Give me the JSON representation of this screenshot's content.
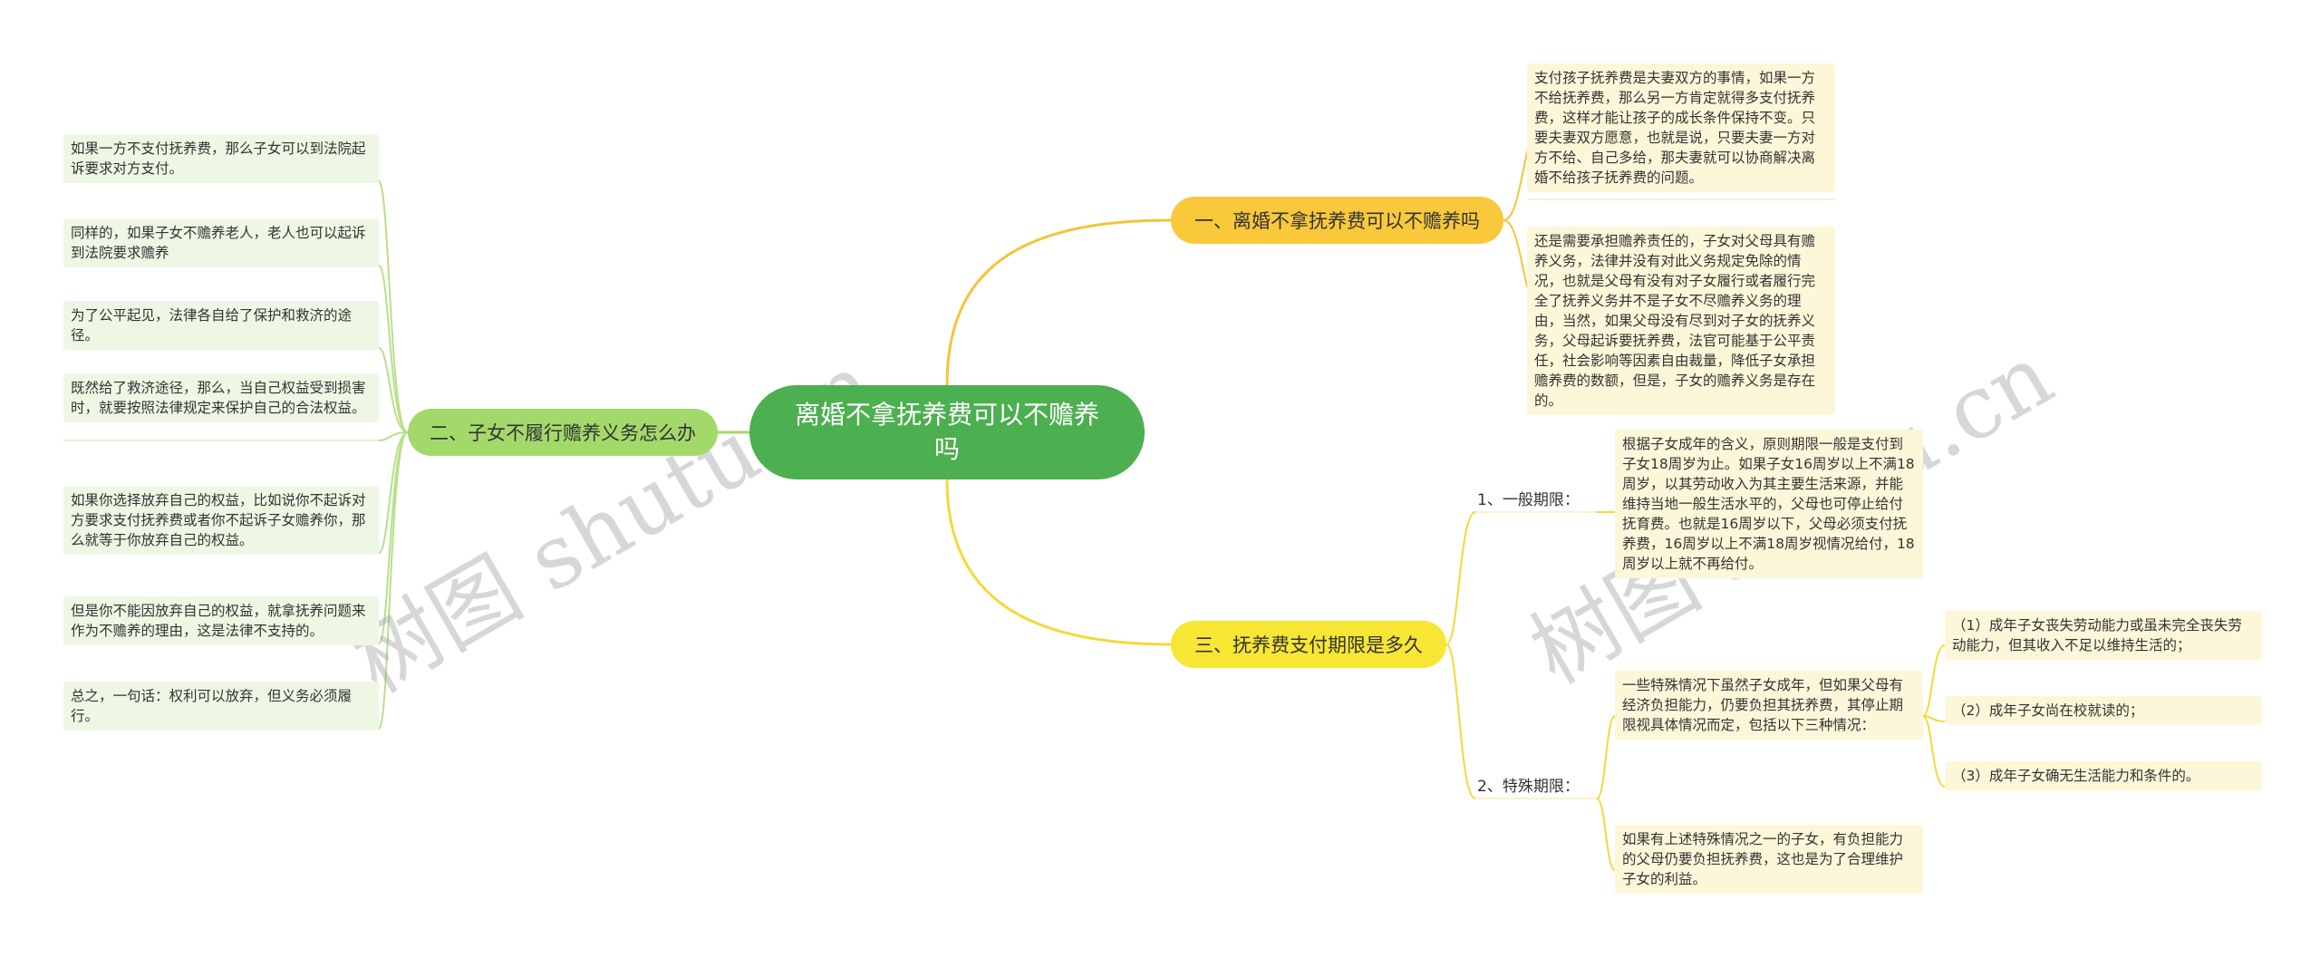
{
  "root": {
    "title": "离婚不拿抚养费可以不赡养吗"
  },
  "branches": [
    {
      "label": "一、离婚不拿抚养费可以不赡养吗",
      "color": "#f9c83b",
      "leaves": [
        "支付孩子抚养费是夫妻双方的事情，如果一方不给抚养费，那么另一方肯定就得多支付抚养费，这样才能让孩子的成长条件保持不变。只要夫妻双方愿意，也就是说，只要夫妻一方对方不给、自己多给，那夫妻就可以协商解决离婚不给孩子抚养费的问题。",
        "还是需要承担赡养责任的，子女对父母具有赡养义务，法律并没有对此义务规定免除的情况，也就是父母有没有对子女履行或者履行完全了抚养义务并不是子女不尽赡养义务的理由，当然，如果父母没有尽到对子女的抚养义务，父母起诉要抚养费，法官可能基于公平责任，社会影响等因素自由裁量，降低子女承担赡养费的数额，但是，子女的赡养义务是存在的。"
      ]
    },
    {
      "label": "二、子女不履行赡养义务怎么办",
      "color": "#a3d96b",
      "leaves": [
        "如果一方不支付抚养费，那么子女可以到法院起诉要求对方支付。",
        "同样的，如果子女不赡养老人，老人也可以起诉到法院要求赡养",
        "为了公平起见，法律各自给了保护和救济的途径。",
        "既然给了救济途径，那么，当自己权益受到损害时，就要按照法律规定来保护自己的合法权益。",
        "如果你选择放弃自己的权益，比如说你不起诉对方要求支付抚养费或者你不起诉子女赡养你，那么就等于你放弃自己的权益。",
        "但是你不能因放弃自己的权益，就拿抚养问题来作为不赡养的理由，这是法律不支持的。",
        "总之，一句话：权利可以放弃，但义务必须履行。"
      ]
    },
    {
      "label": "三、抚养费支付期限是多久",
      "color": "#f7e633",
      "subs": [
        {
          "label": "1、一般期限：",
          "leaf": "根据子女成年的含义，原则期限一般是支付到子女18周岁为止。如果子女16周岁以上不满18周岁，以其劳动收入为其主要生活来源，并能维持当地一般生活水平的，父母也可停止给付抚育费。也就是16周岁以下，父母必须支付抚养费，16周岁以上不满18周岁视情况给付，18周岁以上就不再给付。"
        },
        {
          "label": "2、特殊期限：",
          "leaf": "一些特殊情况下虽然子女成年，但如果父母有经济负担能力，仍要负担其抚养费，其停止期限视具体情况而定，包括以下三种情况：",
          "cases": [
            "（1）成年子女丧失劳动能力或虽未完全丧失劳动能力，但其收入不足以维持生活的；",
            "（2）成年子女尚在校就读的；",
            "（3）成年子女确无生活能力和条件的。"
          ],
          "leaf2": "如果有上述特殊情况之一的子女，有负担能力的父母仍要负担抚养费，这也是为了合理维护子女的利益。"
        }
      ]
    }
  ],
  "watermark": "树图 shutu.cn"
}
